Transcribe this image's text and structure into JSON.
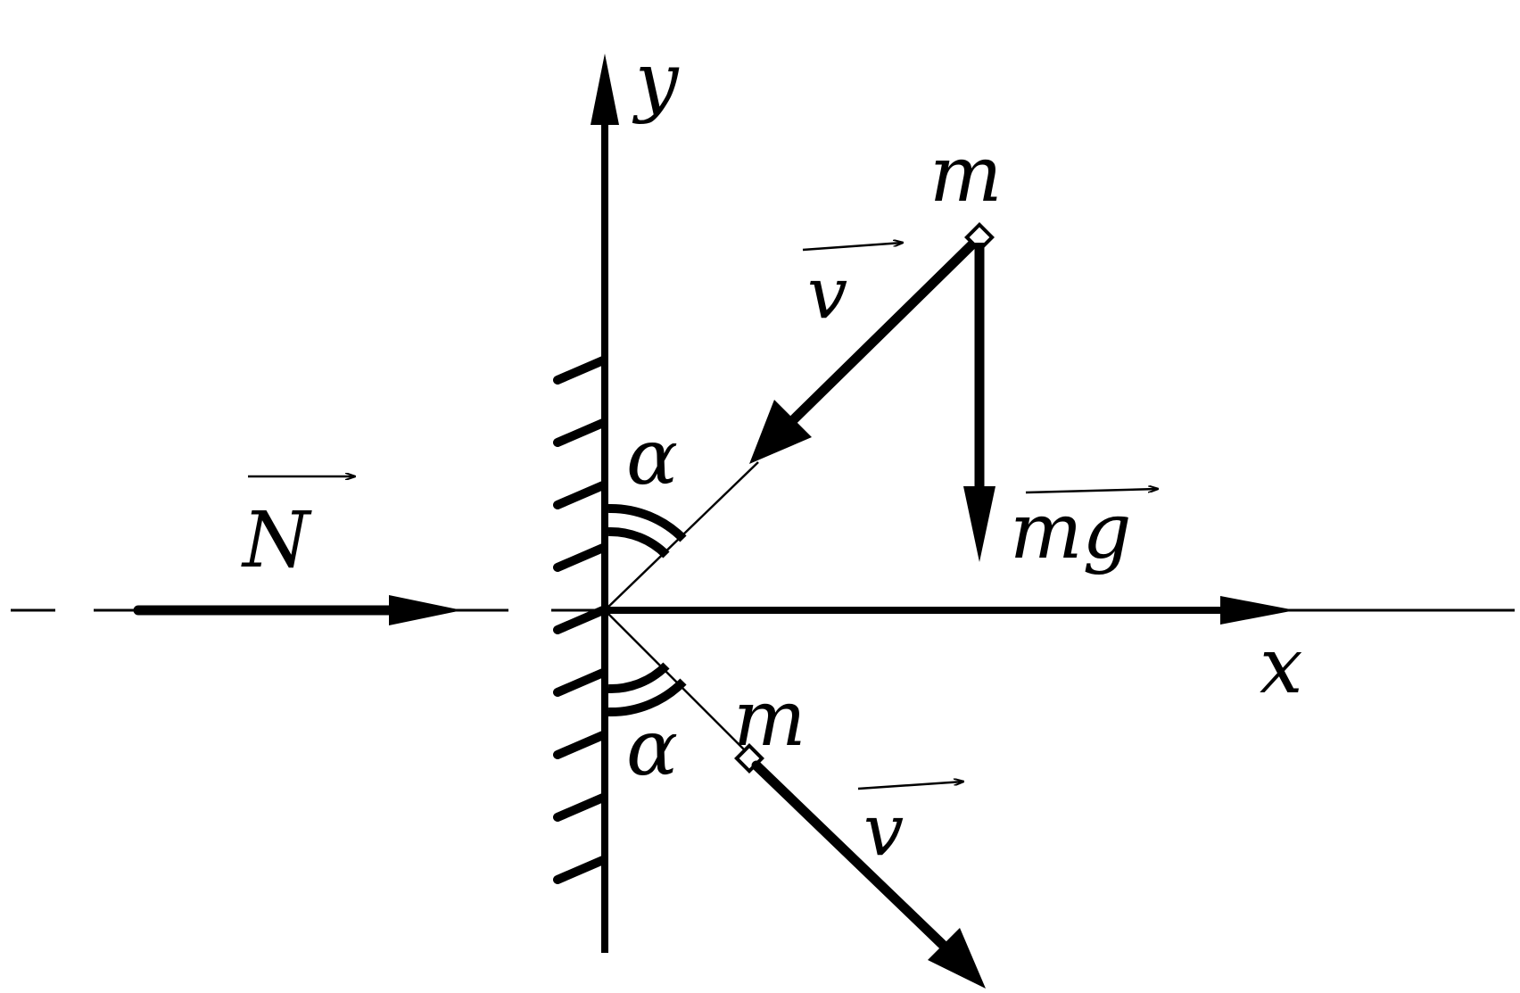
{
  "colors": {
    "ink": "#000000",
    "background": "#ffffff"
  },
  "labels": {
    "y_axis": "y",
    "x_axis": "x",
    "mass_top": "m",
    "mass_bottom": "m",
    "velocity_top": "v",
    "velocity_bottom": "v",
    "normal_force": "N",
    "gravity": "mg",
    "angle_top": "α",
    "angle_bottom": "α"
  }
}
